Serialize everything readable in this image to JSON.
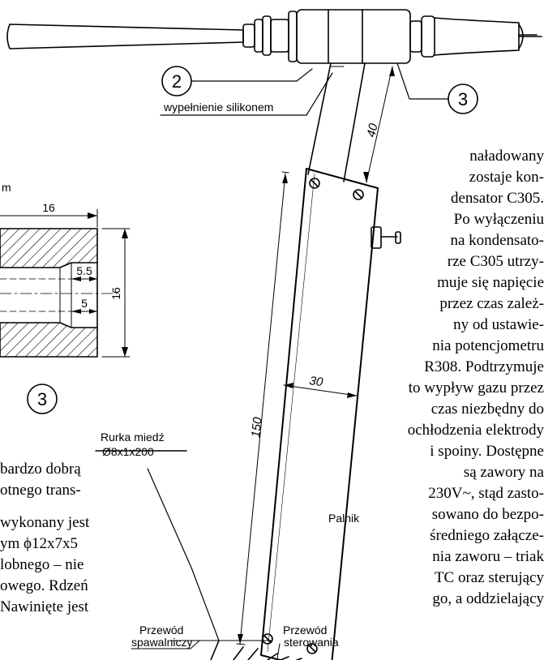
{
  "labels": {
    "callout_2": "2",
    "callout_3": "3",
    "callout_3_detail": "3",
    "silicone": "wypełnienie silikonem",
    "dim_40": "40",
    "dim_150": "150",
    "dim_30": "30",
    "dim_16_top": "16",
    "dim_16_side": "16",
    "dim_5_5": "5.5",
    "dim_5": "5",
    "detail_unit_fragment": "m",
    "tube_line1": "Rurka miedź",
    "tube_line2": "Ø8x1x200",
    "torch": "Palnik",
    "weld_cable_line1": "Przewód",
    "weld_cable_line2": "spawalniczy",
    "control_cable_line1": "Przewód",
    "control_cable_line2": "sterowania"
  },
  "right_text": [
    "naładowany",
    "zostaje kon-",
    "densator C305.",
    "Po wyłączeniu",
    "na kondensato-",
    "rze C305 utrzy-",
    "muje się napięcie",
    "przez czas zależ-",
    "ny od ustawie-",
    "nia potencjometru",
    "R308. Podtrzymuje",
    "to wypływ gazu przez",
    "czas niezbędny do",
    "ochłodzenia elektrody",
    "i spoiny. Dostępne",
    "są zawory na",
    "230V~, stąd zasto-",
    "sowano do bezpo-",
    "średniego załącze-",
    "nia zaworu – triak",
    "TC oraz sterujący",
    "go, a oddzielający"
  ],
  "left_text": [
    "bardzo dobrą",
    "otnego trans-",
    "wykonany jest",
    "ym ϕ12x7x5",
    "lobnego – nie",
    "owego. Rdzeń",
    "Nawinięte jest"
  ]
}
